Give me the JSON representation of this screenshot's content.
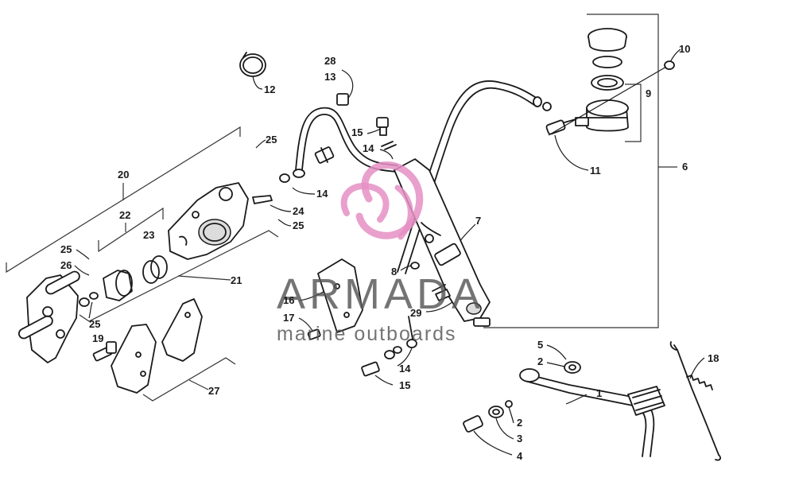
{
  "watermark": {
    "brand": "ARMADA",
    "tagline": "marine outboards",
    "logo_color": "#e58fc4",
    "text_color": "#555555"
  },
  "callouts": {
    "c1": "1",
    "c2a": "2",
    "c2b": "2",
    "c3": "3",
    "c4": "4",
    "c5": "5",
    "c6": "6",
    "c7": "7",
    "c8": "8",
    "c9": "9",
    "c10": "10",
    "c11": "11",
    "c12": "12",
    "c13": "13",
    "c14a": "14",
    "c14b": "14",
    "c14c": "14",
    "c15a": "15",
    "c15b": "15",
    "c16": "16",
    "c17": "17",
    "c18": "18",
    "c19": "19",
    "c20": "20",
    "c21": "21",
    "c22": "22",
    "c23": "23",
    "c24": "24",
    "c25a": "25",
    "c25b": "25",
    "c25c": "25",
    "c25d": "25",
    "c26": "26",
    "c27": "27",
    "c28": "28",
    "c29": "29"
  }
}
